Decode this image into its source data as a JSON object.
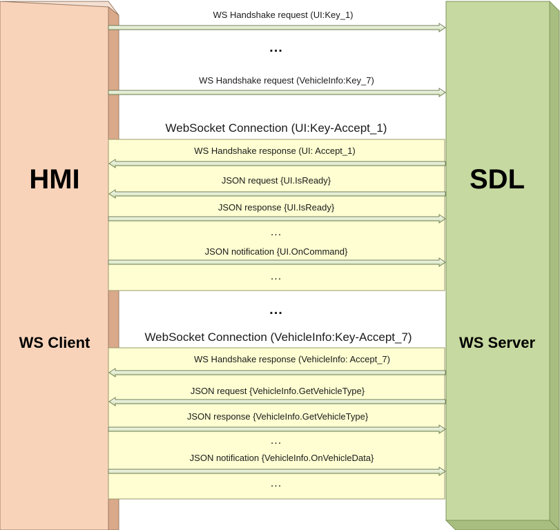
{
  "client": {
    "title": "HMI",
    "subtitle": "WS Client",
    "color": "#f8d3ba"
  },
  "server": {
    "title": "SDL",
    "subtitle": "WS Server",
    "color": "#c6d9a0"
  },
  "connection_box_color": "#fefed2",
  "handshakes": [
    {
      "label": "WS Handshake request (UI:Key_1)",
      "direction": "to-server"
    },
    {
      "label": "...",
      "direction": "none"
    },
    {
      "label": "WS Handshake request (VehicleInfo:Key_7)",
      "direction": "to-server"
    }
  ],
  "connections": [
    {
      "title": "WebSocket Connection (UI:Key-Accept_1)",
      "messages": [
        {
          "label": "WS Handshake response (UI: Accept_1)",
          "direction": "to-client"
        },
        {
          "label": "JSON request {UI.IsReady}",
          "direction": "to-client"
        },
        {
          "label": "JSON response {UI.IsReady}",
          "direction": "to-server"
        },
        {
          "label": "...",
          "direction": "none"
        },
        {
          "label": "JSON notification {UI.OnCommand}",
          "direction": "to-server"
        },
        {
          "label": "...",
          "direction": "none"
        }
      ]
    },
    {
      "title": "WebSocket Connection (VehicleInfo:Key-Accept_7)",
      "messages": [
        {
          "label": "WS Handshake response (VehicleInfo: Accept_7)",
          "direction": "to-client"
        },
        {
          "label": "JSON request {VehicleInfo.GetVehicleType}",
          "direction": "to-client"
        },
        {
          "label": "JSON response {VehicleInfo.GetVehicleType}",
          "direction": "to-server"
        },
        {
          "label": "...",
          "direction": "none"
        },
        {
          "label": "JSON notification {VehicleInfo.OnVehicleData}",
          "direction": "to-server"
        },
        {
          "label": "...",
          "direction": "none"
        }
      ]
    }
  ],
  "between_connections": "..."
}
